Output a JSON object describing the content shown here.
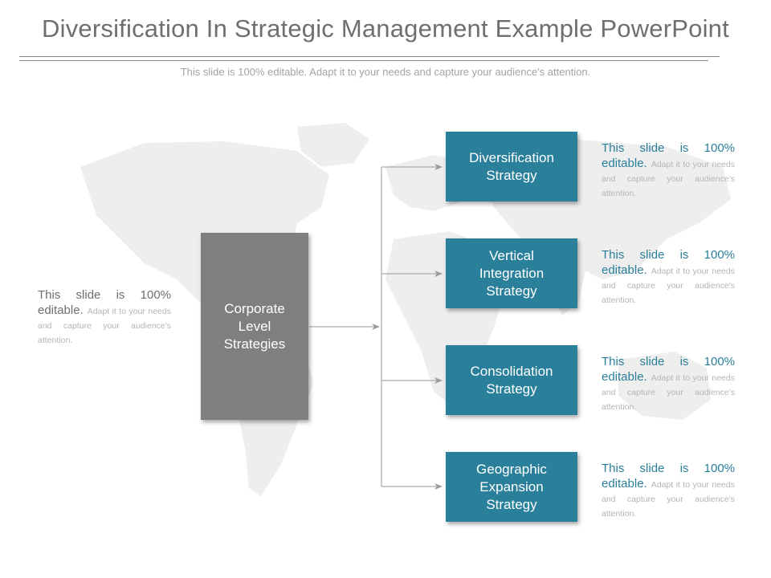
{
  "slide": {
    "title": "Diversification In Strategic Management Example PowerPoint",
    "subtitle": "This slide is 100% editable. Adapt it to your needs and capture your audience's attention."
  },
  "colors": {
    "strategy_box": "#2a7f9b",
    "corporate_box": "#7f7f7f",
    "connector": "#9a9a9a",
    "map": "#eeeeee"
  },
  "diagram": {
    "root": {
      "label": "Corporate\nLevel\nStrategies"
    },
    "branches": [
      {
        "label": "Diversification\nStrategy"
      },
      {
        "label": "Vertical\nIntegration\nStrategy"
      },
      {
        "label": "Consolidation\nStrategy"
      },
      {
        "label": "Geographic\nExpansion\nStrategy"
      }
    ]
  },
  "notes": {
    "left": {
      "lead": "This slide is 100% editable.",
      "rest": "Adapt it to your needs and capture your audience's attention."
    },
    "right": [
      {
        "lead": "This slide is 100% editable.",
        "rest": "Adapt it to your needs and capture your audience's attention."
      },
      {
        "lead": "This slide is 100% editable.",
        "rest": "Adapt it to your needs and capture your audience's attention."
      },
      {
        "lead": "This slide is 100% editable.",
        "rest": "Adapt it to your needs and capture your audience's attention."
      },
      {
        "lead": "This slide is 100% editable.",
        "rest": "Adapt it to your needs and capture your audience's attention."
      }
    ]
  }
}
